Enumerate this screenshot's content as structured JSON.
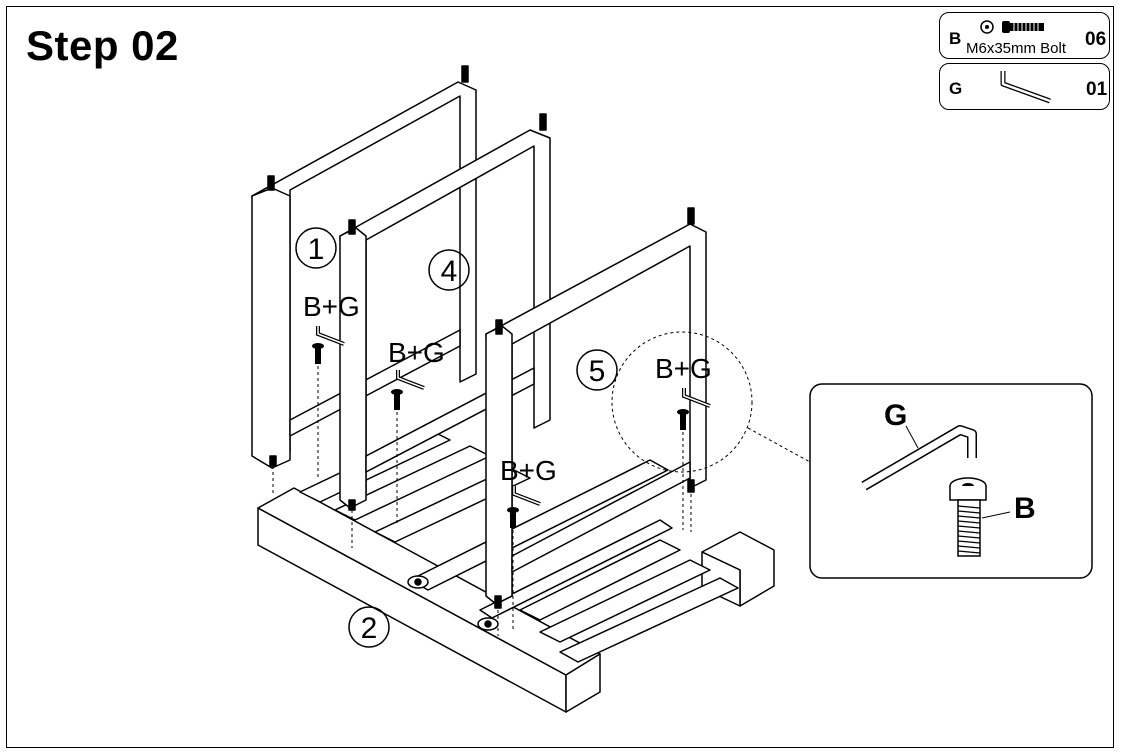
{
  "step": {
    "title": "Step 02"
  },
  "parts": [
    {
      "letter": "B",
      "qty": "06",
      "description": "M6x35mm Bolt",
      "icon": "bolt-icon"
    },
    {
      "letter": "G",
      "qty": "01",
      "description": "",
      "icon": "allen-key-icon"
    }
  ],
  "callouts": {
    "numbers": [
      "1",
      "4",
      "5",
      "2"
    ],
    "fastener_label": "B+G"
  },
  "detail": {
    "key_label": "G",
    "bolt_label": "B"
  },
  "colors": {
    "line": "#000000",
    "background": "#ffffff"
  }
}
